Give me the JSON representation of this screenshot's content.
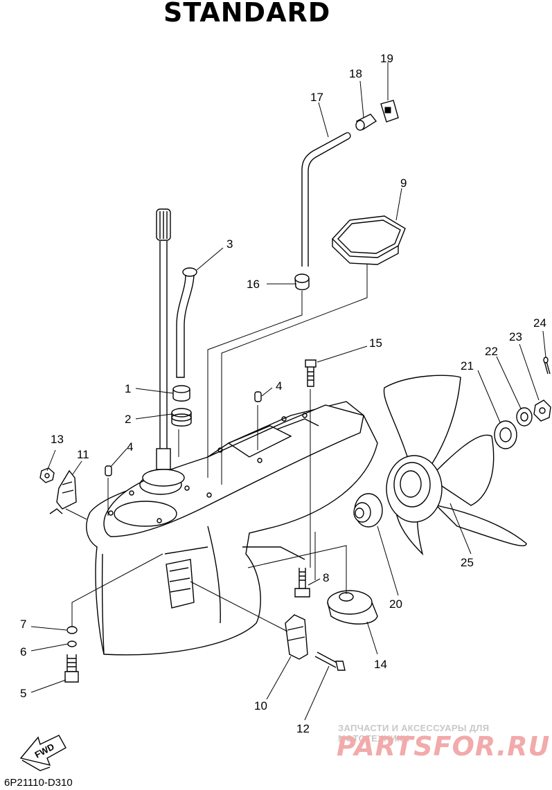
{
  "title": "STANDARD",
  "diagram_code": "6P21110-D310",
  "direction_label": "FWD",
  "watermark": {
    "tagline": "ЗАПЧАСТИ И АКСЕССУАРЫ ДЛЯ МОТОТЕХНИКИ",
    "logo": "PARTSFOR.RU"
  },
  "callouts": {
    "c1": "1",
    "c2": "2",
    "c3": "3",
    "c4a": "4",
    "c4b": "4",
    "c5": "5",
    "c6": "6",
    "c7": "7",
    "c8": "8",
    "c9": "9",
    "c10": "10",
    "c11": "11",
    "c12": "12",
    "c13": "13",
    "c14": "14",
    "c15": "15",
    "c16": "16",
    "c17": "17",
    "c18": "18",
    "c19": "19",
    "c20": "20",
    "c21": "21",
    "c22": "22",
    "c23": "23",
    "c24": "24",
    "c25": "25"
  }
}
